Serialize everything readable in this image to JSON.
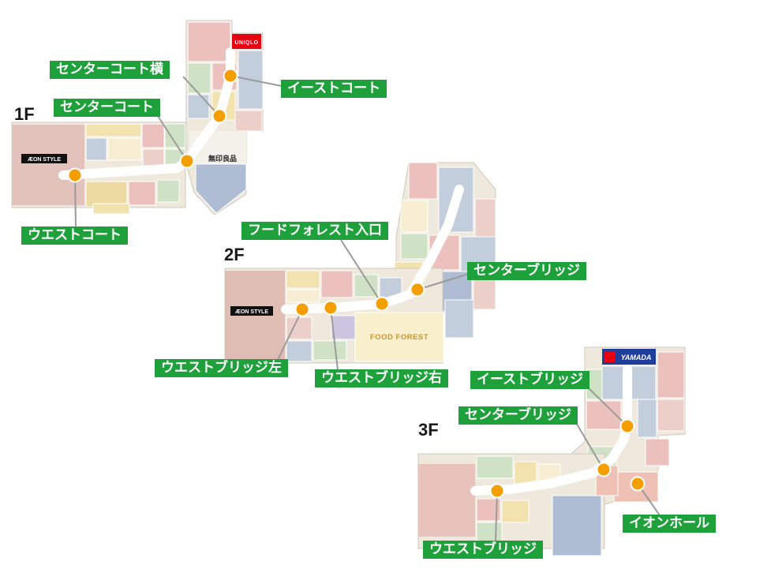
{
  "page": {
    "background": "#FFFFFF"
  },
  "colors": {
    "label_bg": "#1EA13B",
    "label_text": "#FFFFFF",
    "marker": "#F59E00",
    "marker_ring": "#FFFFFF",
    "callout": "#9B9B9B"
  },
  "floors": {
    "f1": {
      "title": "1F",
      "stores": {
        "aeon_style": "ÆON STYLE",
        "muji": "無印良品",
        "uniqlo": "UNIQLO"
      },
      "labels": {
        "center_court_side": "センターコート横",
        "east_court": "イーストコート",
        "center_court": "センターコート",
        "west_court": "ウエストコート"
      }
    },
    "f2": {
      "title": "2F",
      "stores": {
        "aeon_style": "ÆON STYLE",
        "food_forest": "FOOD FOREST"
      },
      "labels": {
        "food_forest_entrance": "フードフォレスト入口",
        "center_bridge": "センターブリッジ",
        "west_bridge_left": "ウエストブリッジ左",
        "west_bridge_right": "ウエストブリッジ右"
      }
    },
    "f3": {
      "title": "3F",
      "stores": {
        "yamada": "YAMADA"
      },
      "labels": {
        "east_bridge": "イーストブリッジ",
        "center_bridge": "センターブリッジ",
        "aeon_hall": "イオンホール",
        "west_bridge": "ウエストブリッジ"
      }
    }
  }
}
